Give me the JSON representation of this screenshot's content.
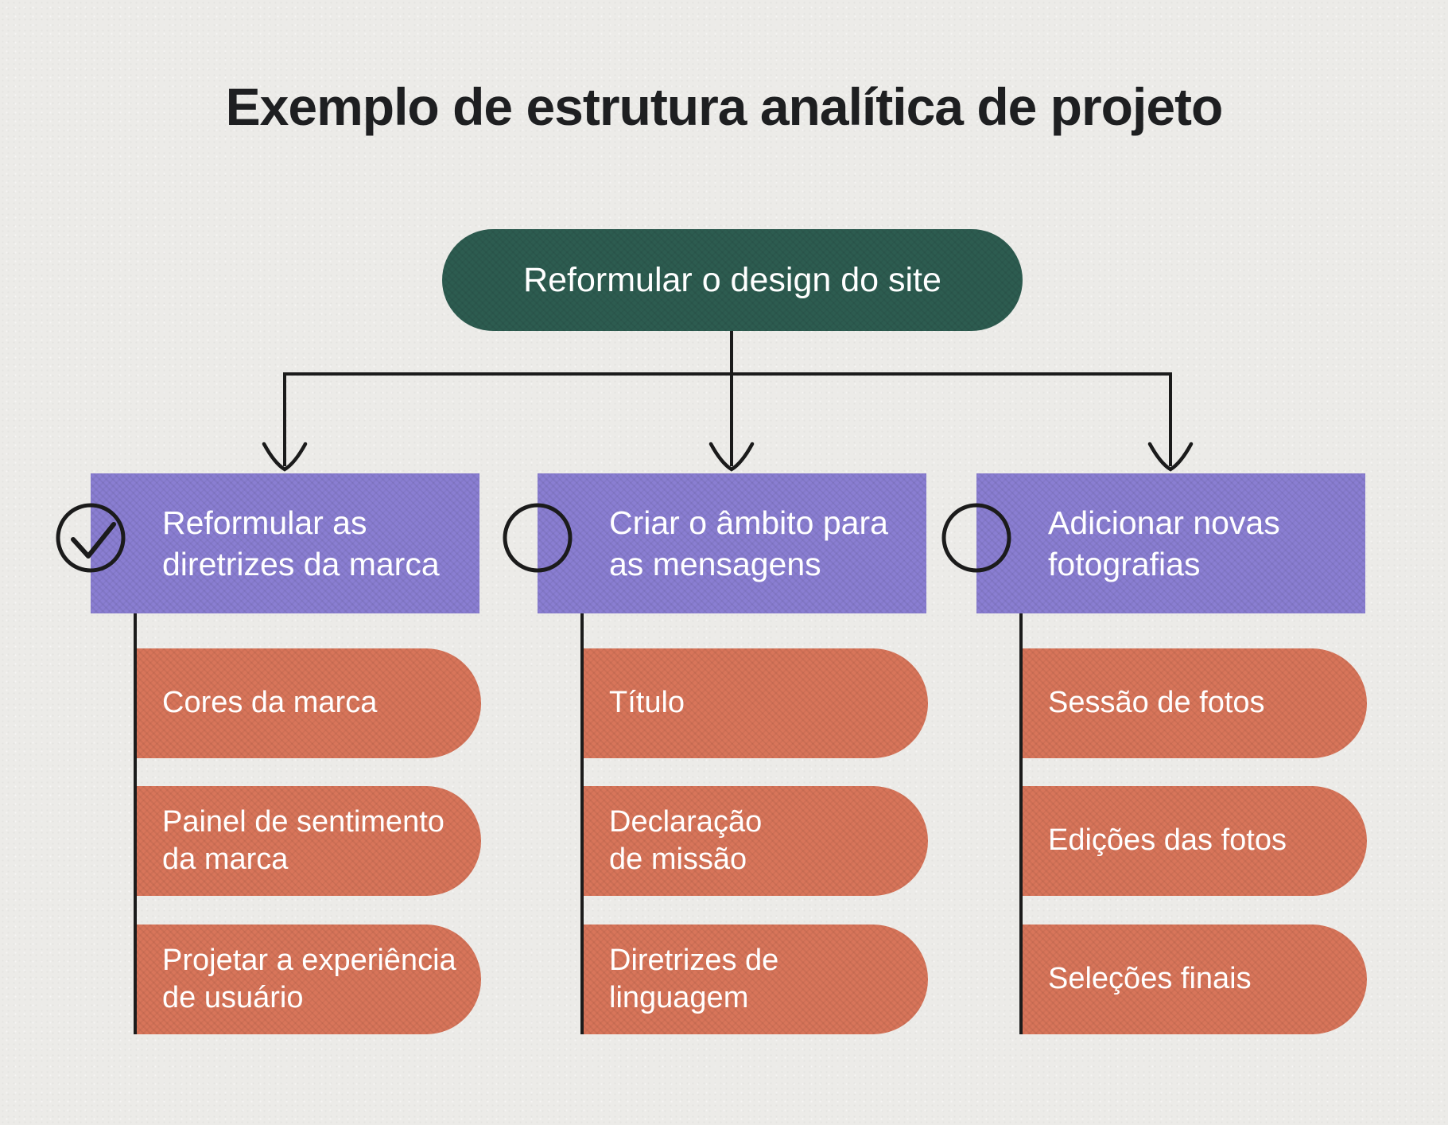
{
  "title": "Exemplo de estrutura analítica de projeto",
  "root": {
    "label": "Reformular o design do site"
  },
  "branches": [
    {
      "label": "Reformular as\ndiretrizes da marca",
      "checked": true,
      "items": [
        "Cores da marca",
        "Painel de sentimento\nda marca",
        "Projetar a experiência\nde usuário"
      ]
    },
    {
      "label": "Criar o âmbito para\nas mensagens",
      "checked": false,
      "items": [
        "Título",
        "Declaração\nde missão",
        "Diretrizes de\nlinguagem"
      ]
    },
    {
      "label": "Adicionar novas\nfotografias",
      "checked": false,
      "items": [
        "Sessão de fotos",
        "Edições das fotos",
        "Seleções finais"
      ]
    }
  ],
  "colors": {
    "root": "#2d5c50",
    "branch": "#8a7ed2",
    "item": "#d8755a",
    "background": "#ecebe8",
    "line": "#1b1b1b",
    "title": "#1e1f21",
    "text_light": "#ffffff"
  }
}
